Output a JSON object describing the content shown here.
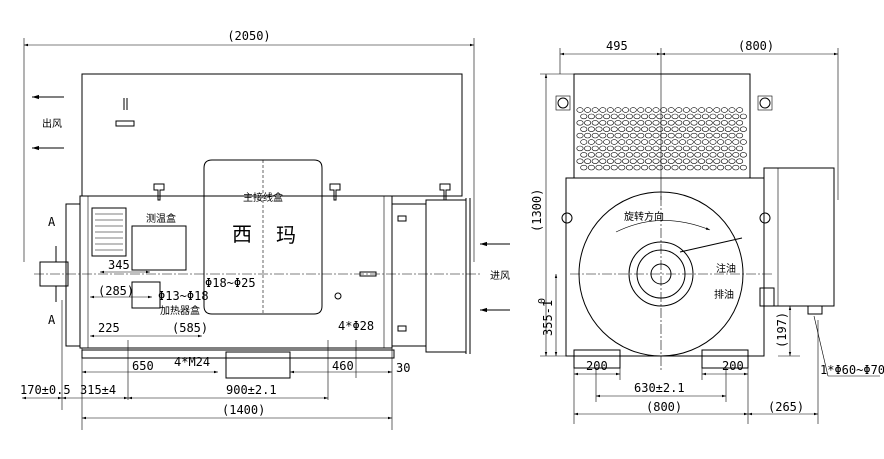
{
  "front_view": {
    "overall_length": "(2050)",
    "outlet_label": "出风",
    "inlet_label": "进风",
    "section_marker_top": "A",
    "section_marker_bottom": "A",
    "main_terminal_box_label": "主接线盒",
    "brand_char_1": "西",
    "brand_char_2": "玛",
    "temp_box_label": "测温盒",
    "heater_box_label": "加热器盒",
    "dim_345": "345",
    "dim_285": "(285)",
    "dim_hole_small": "Φ13~Φ18",
    "dim_hole_main": "Φ18~Φ25",
    "dim_225": "225",
    "dim_585": "(585)",
    "dim_650": "650",
    "dim_m24": "4*M24",
    "dim_460": "460",
    "dim_hole_28": "4*Φ28",
    "dim_30": "30",
    "dim_170": "170±0.5",
    "dim_315": "315±4",
    "dim_900": "900±2.1",
    "dim_1400": "(1400)"
  },
  "side_view": {
    "dim_495": "495",
    "dim_800_top": "(800)",
    "dim_1300": "(1300)",
    "dim_355": "355-1",
    "dim_355_tol": "0",
    "rotation_label": "旋转方向",
    "inject_label": "注油",
    "drain_label": "排油",
    "dim_200_left": "200",
    "dim_200_right": "200",
    "dim_630": "630±2.1",
    "dim_800_bottom": "(800)",
    "dim_265": "(265)",
    "dim_197": "(197)",
    "dim_cable": "1*Φ60~Φ70"
  }
}
